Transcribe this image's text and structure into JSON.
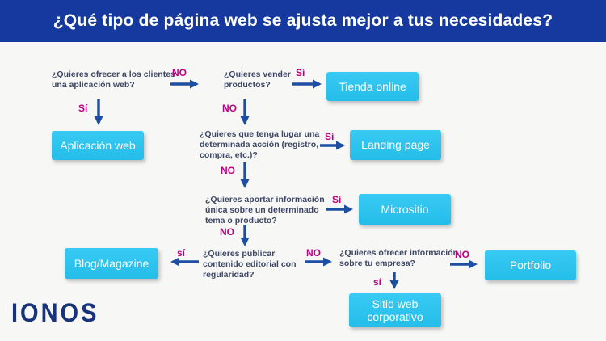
{
  "header": {
    "title": "¿Qué tipo de página web se ajusta mejor a tus necesidades?"
  },
  "flow": {
    "q1": {
      "text": "¿Quieres ofrecer a los clientes\nuna aplicación web?",
      "no": "NO",
      "yes": "Sí"
    },
    "q2": {
      "text": "¿Quieres vender\nproductos?",
      "yes": "Sí",
      "no": "NO"
    },
    "q3": {
      "text": "¿Quieres que tenga lugar una\ndeterminada acción (registro,\ncompra, etc.)?",
      "yes": "Sí",
      "no": "NO"
    },
    "q4": {
      "text": "¿Quieres aportar información\núnica sobre un determinado\ntema o producto?",
      "yes": "Sí",
      "no": "NO"
    },
    "q5": {
      "text": "¿Quieres publicar\ncontenido editorial con\nregularidad?",
      "yes": "sí",
      "no": "NO"
    },
    "q6": {
      "text": "¿Quieres ofrecer información\nsobre tu empresa?",
      "no": "NO",
      "yes": "sí"
    },
    "results": {
      "tienda": "Tienda online",
      "aplicacion": "Aplicación web",
      "landing": "Landing page",
      "micrositio": "Micrositio",
      "blog": "Blog/Magazine",
      "portfolio": "Portfolio",
      "sitio": "Sitio web\ncorporativo"
    }
  },
  "footer": {
    "brand": "IONOS"
  },
  "colors": {
    "header_bg": "#15399e",
    "background": "#f7f7f6",
    "result_cyan": "#2ec5f0",
    "label_magenta": "#be0082",
    "arrow_blue": "#1d4ea2",
    "question_text": "#3d4765",
    "logo_navy": "#16337c"
  }
}
